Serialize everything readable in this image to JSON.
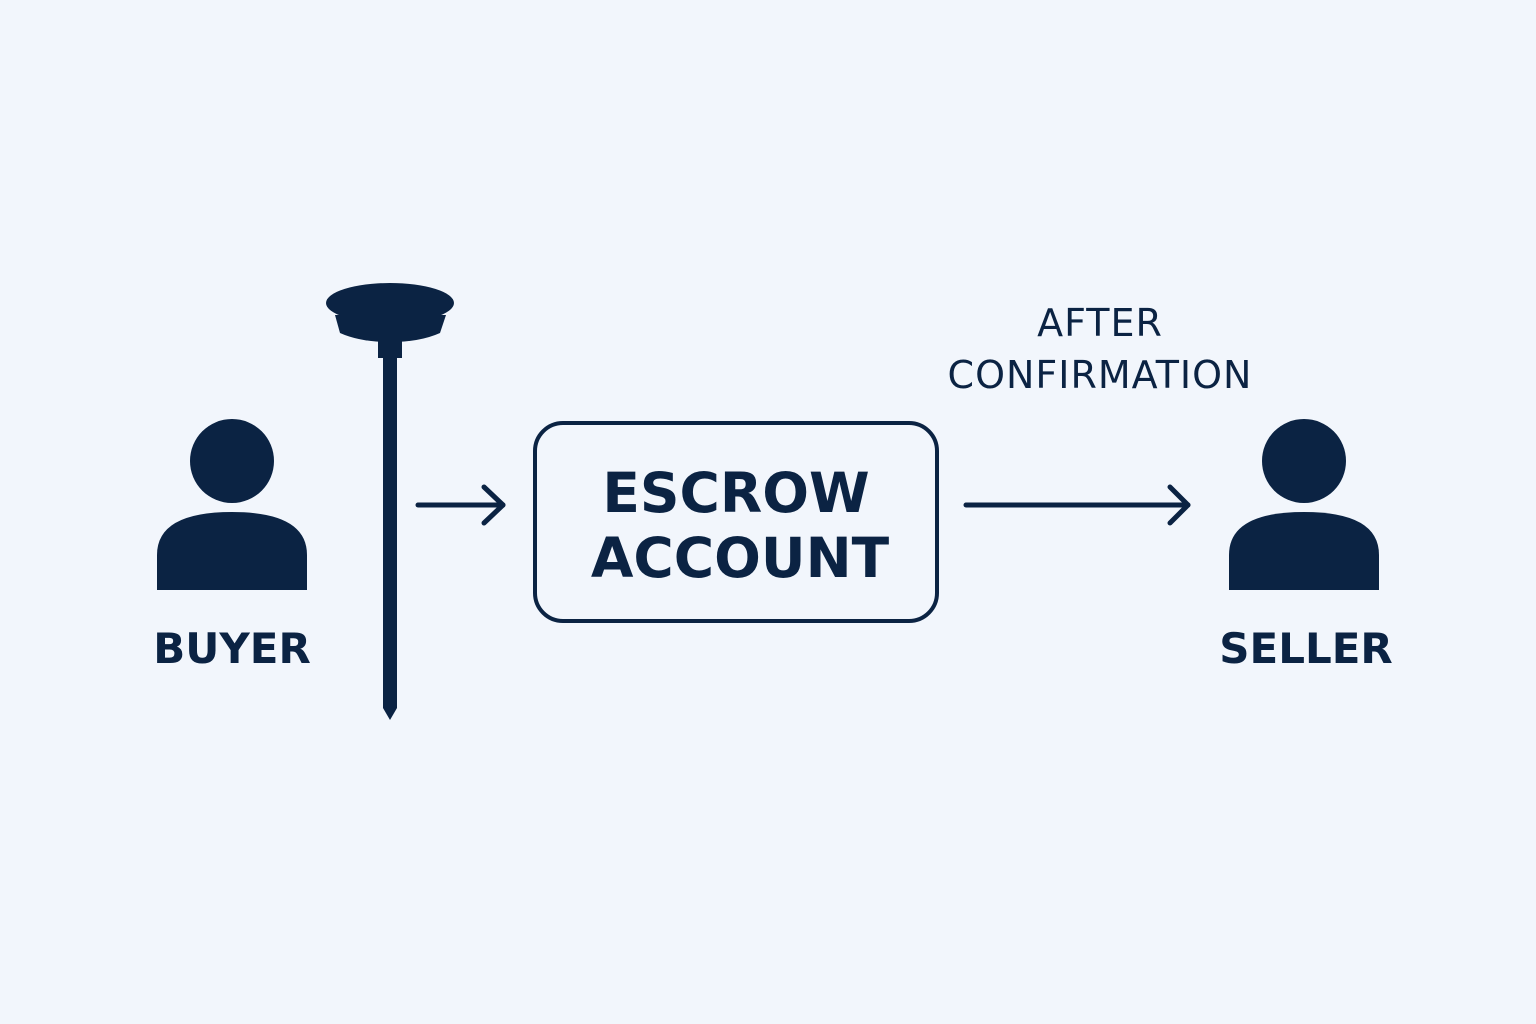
{
  "colors": {
    "background": "#f2f6fc",
    "ink": "#0b2343"
  },
  "buyer": {
    "label": "BUYER",
    "icon": "person-icon"
  },
  "seller": {
    "label": "SELLER",
    "icon": "person-icon"
  },
  "escrow": {
    "line1": "ESCROW",
    "line2": "ACCOUNT"
  },
  "condition": {
    "line1": "AFTER",
    "line2": "CONFIRMATION"
  },
  "pin": {
    "icon": "pin-icon"
  }
}
